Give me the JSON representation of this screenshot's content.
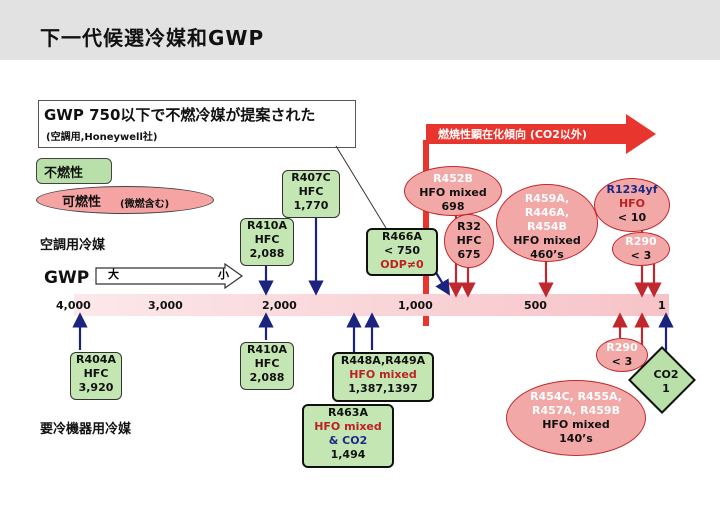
{
  "title": "下一代候選冷媒和GWP",
  "note": {
    "line1": "GWP 750以下で不燃冷媒が提案された",
    "line2": "(空調用,Honeywell社)"
  },
  "legend": {
    "nonflam": "不燃性",
    "flam": "可燃性",
    "flam_sub": "(微燃含む)"
  },
  "sections": {
    "ac": "空調用冷媒",
    "reff": "要冷機器用冷媒"
  },
  "axis": {
    "name": "GWP",
    "big": "大",
    "small": "小",
    "ticks": [
      "4,000",
      "3,000",
      "2,000",
      "1,000",
      "500",
      "1"
    ]
  },
  "trend": "燃焼性顕在化傾向 (CO2以外)",
  "colors": {
    "nonflam": "#b9e0a9",
    "flam": "#f6a3a3",
    "arrow": "#e8352e",
    "line": "#1a237e"
  },
  "upper": {
    "r407c": [
      "R407C",
      "HFC",
      "1,770"
    ],
    "r410a": [
      "R410A",
      "HFC",
      "2,088"
    ],
    "r466a": [
      "R466A",
      "< 750",
      "ODP≠0"
    ],
    "r452b": [
      "R452B",
      "HFO mixed",
      "698"
    ],
    "r32": [
      "R32",
      "HFC",
      "675"
    ],
    "r459": [
      "R459A,",
      "R446A,",
      "R454B",
      "HFO mixed",
      "460’s"
    ],
    "r1234yf": [
      "R1234yf",
      "HFO",
      "< 10"
    ],
    "r290": [
      "R290",
      "< 3"
    ]
  },
  "lower": {
    "r404a": [
      "R404A",
      "HFC",
      "3,920"
    ],
    "r410a": [
      "R410A",
      "HFC",
      "2,088"
    ],
    "r448a": [
      "R448A,R449A",
      "HFO mixed",
      "1,387,1397"
    ],
    "r463a": [
      "R463A",
      "HFO mixed",
      "& CO2",
      "1,494"
    ],
    "r290": [
      "R290",
      "< 3"
    ],
    "r454c": [
      "R454C, R455A,",
      "R457A, R459B",
      "HFO mixed",
      "140’s"
    ],
    "co2": [
      "CO2",
      "1"
    ]
  }
}
